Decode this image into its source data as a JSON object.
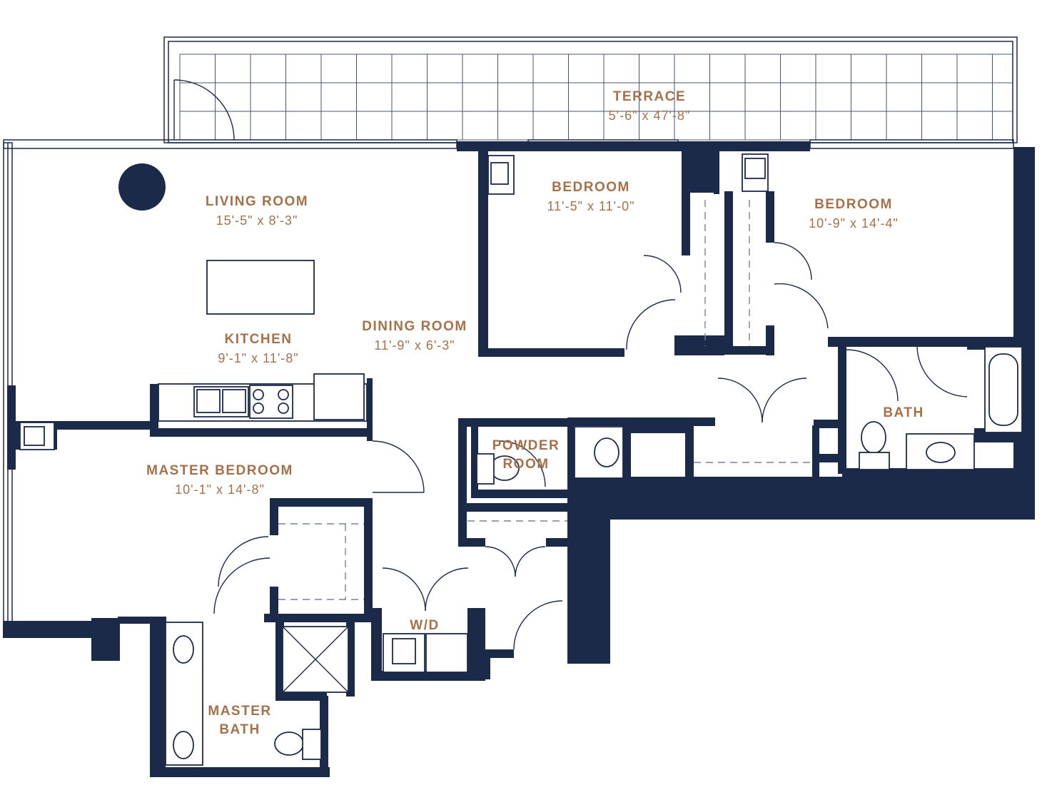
{
  "colors": {
    "wall": "#1c2a4a",
    "label": "#a5714a",
    "background": "#ffffff"
  },
  "rooms": {
    "terrace": {
      "name": "TERRACE",
      "dims": "5'-6\" x 47'-8\""
    },
    "living": {
      "name": "LIVING ROOM",
      "dims": "15'-5\" x 8'-3\""
    },
    "kitchen": {
      "name": "KITCHEN",
      "dims": "9'-1\" x 11'-8\""
    },
    "dining": {
      "name": "DINING ROOM",
      "dims": "11'-9\" x 6'-3\""
    },
    "bedroom1": {
      "name": "BEDROOM",
      "dims": "11'-5\" x 11'-0\""
    },
    "bedroom2": {
      "name": "BEDROOM",
      "dims": "10'-9\" x 14'-4\""
    },
    "bath": {
      "name": "BATH"
    },
    "powder": {
      "name_line1": "POWDER",
      "name_line2": "ROOM"
    },
    "master_bedroom": {
      "name": "MASTER BEDROOM",
      "dims": "10'-1\" x 14'-8\""
    },
    "wd": {
      "name": "W/D"
    },
    "master_bath": {
      "name_line1": "MASTER",
      "name_line2": "BATH"
    }
  }
}
